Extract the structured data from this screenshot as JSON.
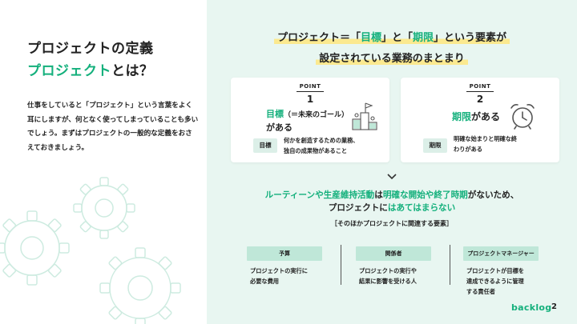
{
  "left": {
    "title_line1": "プロジェクトの定義",
    "title_line2_accent": "プロジェクト",
    "title_line2_rest": "とは？",
    "intro": "仕事をしていると「プロジェクト」という言葉をよく耳にしますが、何となく使ってしまっていることも多いでしょう。まずはプロジェクトの一般的な定義をおさえておきましょう。"
  },
  "headline": {
    "line1_a": "プロジェクト＝「",
    "line1_green1": "目標",
    "line1_b": "」と「",
    "line1_green2": "期限",
    "line1_c": "」という要素が",
    "line2": "設定されている業務のまとまり"
  },
  "points": [
    {
      "label": "POINT",
      "number": "1",
      "big_green": "目標",
      "big_small": "（＝未来のゴール）",
      "big_rest": "がある",
      "tag": "目標",
      "desc_line1": "何かを創造するための業務、",
      "desc_line2": "独自の成果物があること",
      "icon": "podium-flag-icon"
    },
    {
      "label": "POINT",
      "number": "2",
      "big_green": "期限",
      "big_rest": "がある",
      "tag": "期限",
      "desc_line1": "明確な始まりと明確な終",
      "desc_line2": "わりがある",
      "icon": "alarm-clock-icon"
    }
  ],
  "statement": {
    "line1_green1": "ルーティーンや生産維持活動",
    "line1_a": "は",
    "line1_green2": "明確な開始や終了時期",
    "line1_b": "がないため、",
    "line2_a": "プロジェクトに",
    "line2_green": "はあてはまらない"
  },
  "other_title": "［そのほかプロジェクトに関連する要素］",
  "elements": [
    {
      "label": "予算",
      "desc_line1": "プロジェクトの実行に",
      "desc_line2": "必要な費用",
      "desc_line3": ""
    },
    {
      "label": "関係者",
      "desc_line1": "プロジェクトの実行や",
      "desc_line2": "結果に影響を受ける人",
      "desc_line3": ""
    },
    {
      "label": "プロジェクトマネージャー",
      "desc_line1": "プロジェクトが目標を",
      "desc_line2": "達成できるように管理",
      "desc_line3": "する責任者"
    }
  ],
  "footer": {
    "logo": "backlog",
    "page": "2"
  },
  "colors": {
    "accent": "#14b07c",
    "panel": "#e8f6f1",
    "highlight": "#fbe98f",
    "tag": "#bfe7d8"
  }
}
